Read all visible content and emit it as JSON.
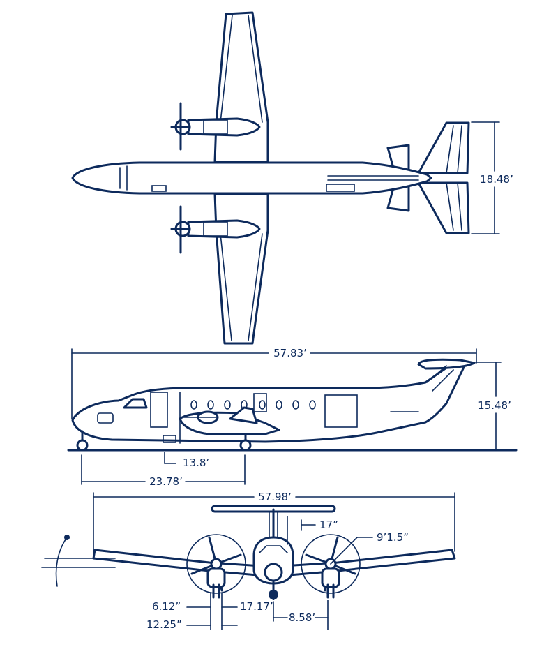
{
  "colors": {
    "line": "#0d2a5c",
    "background": "#ffffff"
  },
  "dimensions": {
    "top_tail_span": "18.48’",
    "length": "57.83’",
    "height": "15.48’",
    "prop_to_main_gear": "13.8’",
    "wheelbase": "23.78’",
    "wingspan": "57.98’",
    "ground_clearance": "17”",
    "prop_diameter": "9’1.5”",
    "dim_6_12": "6.12”",
    "dim_17_17": "17.17’",
    "dim_8_58": "8.58’",
    "dim_12_25": "12.25”"
  }
}
